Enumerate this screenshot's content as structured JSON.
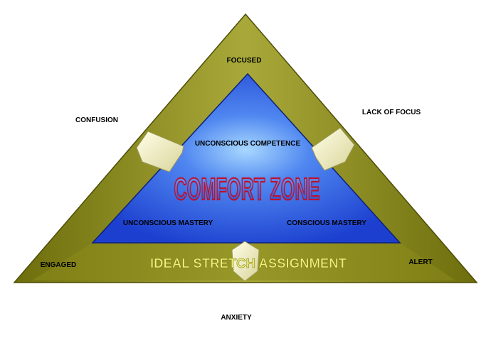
{
  "diagram": {
    "center_title": "COMFORT ZONE",
    "bottom_band": "IDEAL STRETCH ASSIGNMENT",
    "inner_labels": {
      "top": "UNCONSCIOUS COMPETENCE",
      "left": "UNCONSCIOUS MASTERY",
      "right": "CONSCIOUS MASTERY"
    },
    "outer_labels": {
      "top": "FOCUSED",
      "left_upper": "CONFUSION",
      "right_upper": "LACK OF FOCUS",
      "left_lower": "ENGAGED",
      "right_lower": "ALERT",
      "bottom": "ANXIETY"
    },
    "colors": {
      "outer_triangle": "#8a8a1a",
      "inner_triangle": "#1f46d8",
      "comfort_text_fill": "#2a5fd8",
      "comfort_text_outline": "#c0102a",
      "stretch_text": "#f1f17a",
      "arrow": "#f3f0c0"
    }
  }
}
